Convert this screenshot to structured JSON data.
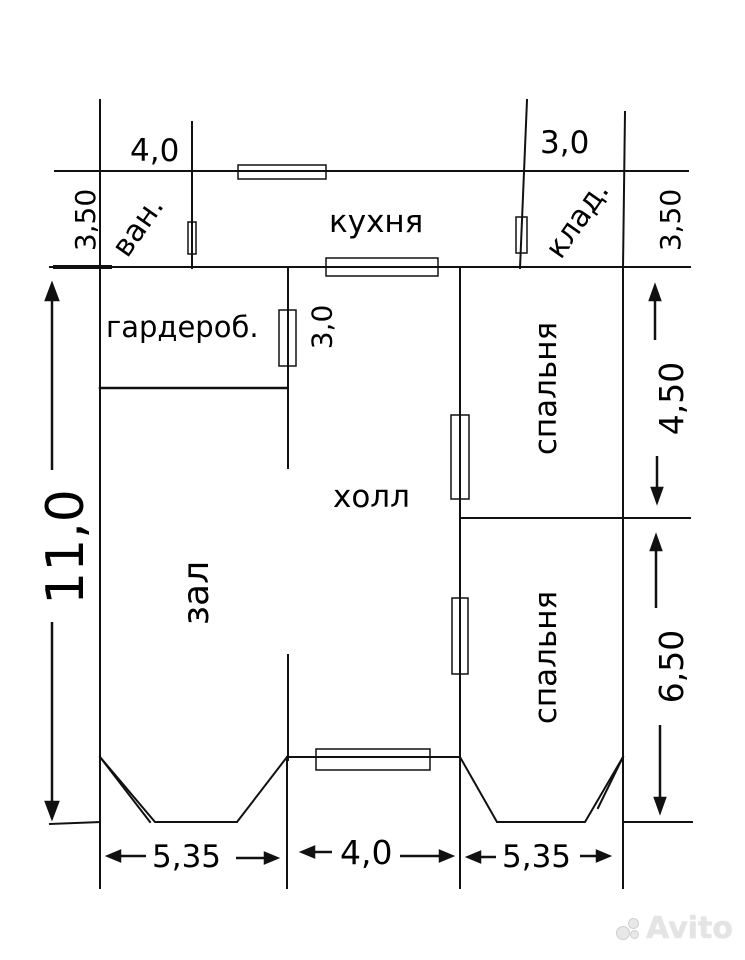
{
  "rooms": {
    "bath": "ван.",
    "kitchen": "кухня",
    "pantry": "клад.",
    "wardrobe": "гардероб.",
    "hall": "холл",
    "living": "зал",
    "bedroom_top": "спальня",
    "bedroom_bottom": "спальня"
  },
  "dimensions": {
    "top_left_width": "4,0",
    "top_right_width": "3,0",
    "left_strip_height": "3,50",
    "right_strip_height": "3,50",
    "wardrobe_width": "3,0",
    "total_height": "11,0",
    "bedroom_top_height": "4,50",
    "bedroom_bottom_height": "6,50",
    "bottom_left_width": "5,35",
    "bottom_center_width": "4,0",
    "bottom_right_width": "5,35"
  },
  "watermark": "Avito"
}
